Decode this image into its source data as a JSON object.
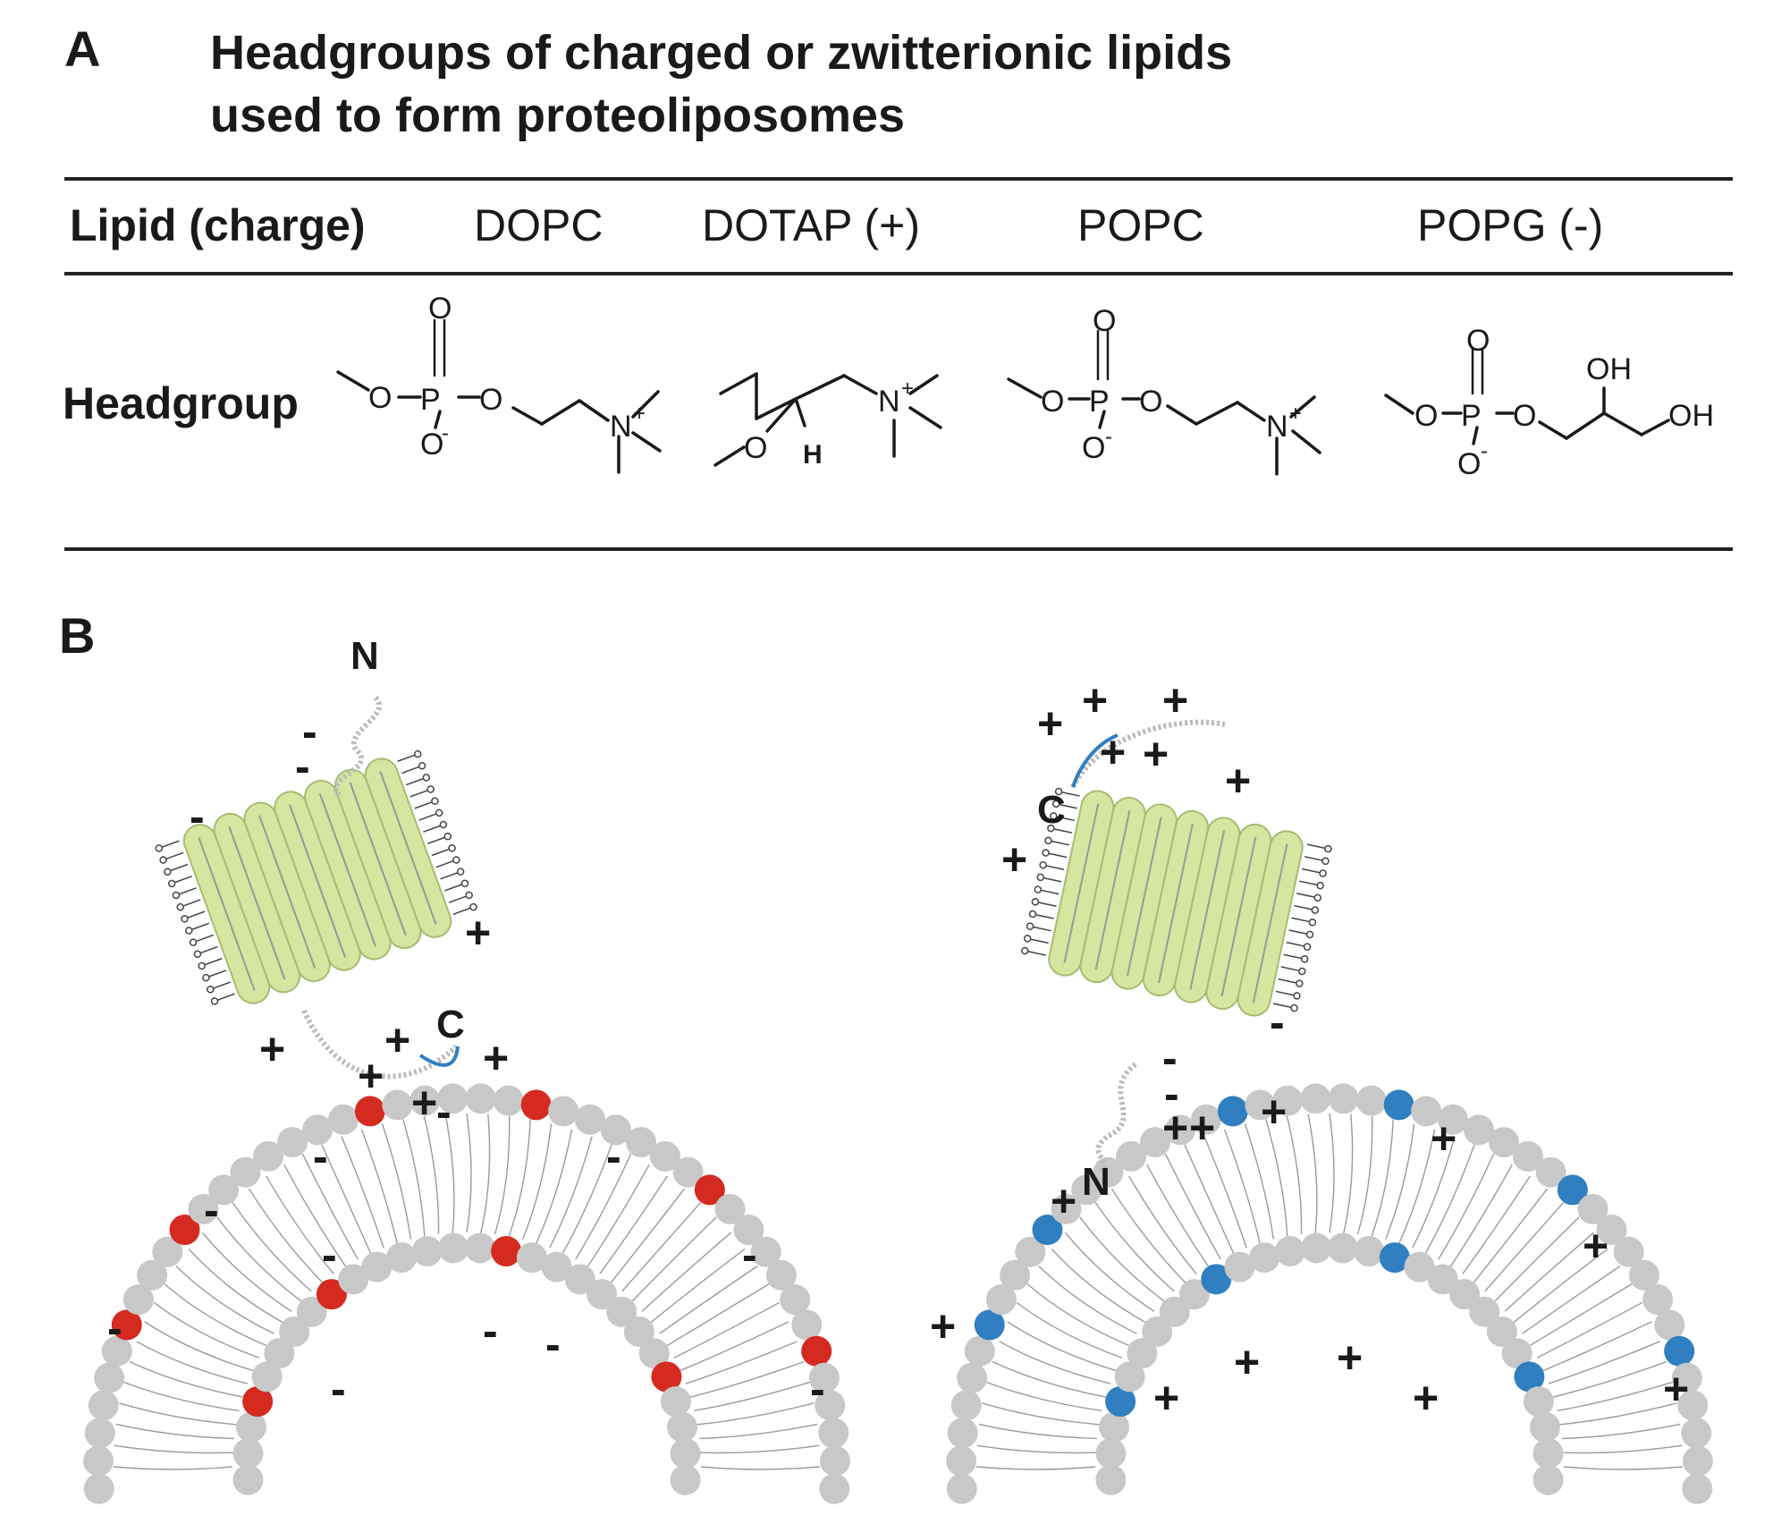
{
  "panel_a": {
    "letter": "A",
    "title_line1": "Headgroups of charged or zwitterionic lipids",
    "title_line2": "used to form proteoliposomes",
    "header": {
      "row_label": "Lipid (charge)",
      "lipids": [
        "DOPC",
        "DOTAP (+)",
        "POPC",
        "POPG (-)"
      ]
    },
    "row_label": "Headgroup",
    "atoms": {
      "O": "O",
      "P": "P",
      "N": "N",
      "H": "H",
      "OH": "OH",
      "plus": "+",
      "minus": "-"
    }
  },
  "panel_b": {
    "letter": "B",
    "left": {
      "n_term": "N",
      "c_term": "C"
    },
    "right": {
      "n_term": "N",
      "c_term": "C"
    },
    "colors": {
      "anionic_headgroup": "#d42a20",
      "cationic_headgroup": "#2f7fc1",
      "neutral_headgroup": "#c8c8c8",
      "helix_fill": "#d4e6a0",
      "helix_stroke": "#a8bb72"
    }
  }
}
